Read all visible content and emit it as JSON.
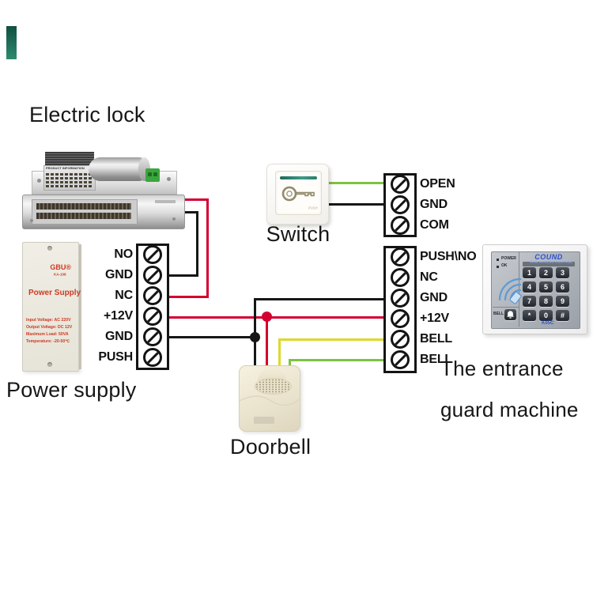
{
  "labels": {
    "electric_lock": "Electric lock",
    "switch": "Switch",
    "power_supply": "Power supply",
    "doorbell": "Doorbell",
    "entrance_line1": "The entrance",
    "entrance_line2": "guard machine"
  },
  "power_supply_unit": {
    "brand": "GBU®",
    "model": "KA-108",
    "title": "Power Supply",
    "specs": [
      "Input Voltage: AC 220V",
      "Output Voltage: DC 12V",
      "Maximum Load: 50VA",
      "Temperature: -20-50℃"
    ]
  },
  "electric_lock_unit": {
    "info_label": "PRODUCT INFORMATION"
  },
  "switch_unit": {
    "button_label": "PUSH"
  },
  "terminal_blocks": {
    "power": {
      "labels": [
        "NO",
        "GND",
        "NC",
        "+12V",
        "GND",
        "PUSH"
      ]
    },
    "controller_top": {
      "labels": [
        "OPEN",
        "GND",
        "COM"
      ]
    },
    "controller_bottom": {
      "labels": [
        "PUSH\\NO",
        "NC",
        "GND",
        "+12V",
        "BELL",
        "BELL"
      ]
    }
  },
  "keypad_unit": {
    "brand": "COUND",
    "subtitle": "RFID ACCESS CONTROL",
    "power_label": "POWER",
    "ok_label": "OK",
    "bell_label": "BELL",
    "model": "K05C",
    "keys": [
      "1",
      "2",
      "3",
      "4",
      "5",
      "6",
      "7",
      "8",
      "9",
      "*",
      "0",
      "#"
    ]
  },
  "wire_colors": {
    "red": "#d40030",
    "black": "#161616",
    "green": "#7dc242",
    "yellow": "#ddd92b"
  },
  "connections": [
    {
      "color": "green",
      "from": "switch",
      "to": "controller OPEN"
    },
    {
      "color": "black",
      "from": "switch",
      "to": "controller GND (top)"
    },
    {
      "color": "red",
      "from": "electric lock",
      "to": "power supply NC"
    },
    {
      "color": "black",
      "from": "electric lock",
      "to": "power supply GND"
    },
    {
      "color": "red",
      "from": "power supply +12V",
      "to": "controller +12V and doorbell"
    },
    {
      "color": "black",
      "from": "power supply GND",
      "to": "controller GND and doorbell"
    },
    {
      "color": "yellow",
      "from": "controller BELL",
      "to": "doorbell"
    },
    {
      "color": "green",
      "from": "controller BELL",
      "to": "doorbell"
    }
  ]
}
